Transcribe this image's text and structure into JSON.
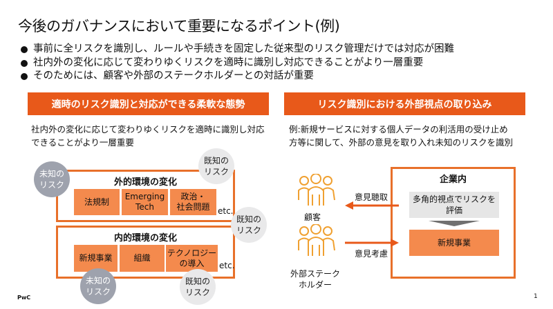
{
  "title": "今後のガバナンスにおいて重要になるポイント(例)",
  "bullets": [
    "事前に全リスクを識別し、ルールや手続きを固定した従来型のリスク管理だけでは対応が困難",
    "社内外の変化に応じて変わりゆくリスクを適時に識別し対応できることがより一層重要",
    "そのためには、顧客や外部のステークホルダーとの対話が重要"
  ],
  "left": {
    "header": "適時のリスク識別と対応ができる柔軟な態勢",
    "desc": [
      "社内外の変化に応じて変わりゆくリスクを適時に識別し対応",
      "できることがより一層重要"
    ],
    "external": {
      "title": "外的環境の変化",
      "items": [
        [
          "法規制"
        ],
        [
          "Emerging",
          "Tech"
        ],
        [
          "政治・",
          "社会問題"
        ]
      ],
      "etc": "etc."
    },
    "internal": {
      "title": "内的環境の変化",
      "items": [
        [
          "新規事業"
        ],
        [
          "組織"
        ],
        [
          "テクノロジー",
          "の導入"
        ]
      ],
      "etc": "etc."
    },
    "unknown_risk": [
      "未知の",
      "リスク"
    ],
    "known_risk": [
      "既知の",
      "リスク"
    ]
  },
  "right": {
    "header": "リスク識別における外部視点の取り込み",
    "desc": [
      "例:新規サービスに対する個人データの利活用の受け止め",
      "方等に関して、外部の意見を取り入れ未知のリスクを識別"
    ],
    "company_title": "企業内",
    "evaluate": [
      "多角的視点でリスクを",
      "評価"
    ],
    "new_business": "新規事業",
    "listen": "意見聴取",
    "consider": "意見考慮",
    "customer": "顧客",
    "stakeholder": [
      "外部ステーク",
      "ホルダー"
    ]
  },
  "footer": {
    "brand": "PwC",
    "page": "1"
  },
  "colors": {
    "accent": "#e8591a",
    "box": "#f48a4d",
    "unknown": "#9ea2ad",
    "known": "#e9e9ea"
  }
}
